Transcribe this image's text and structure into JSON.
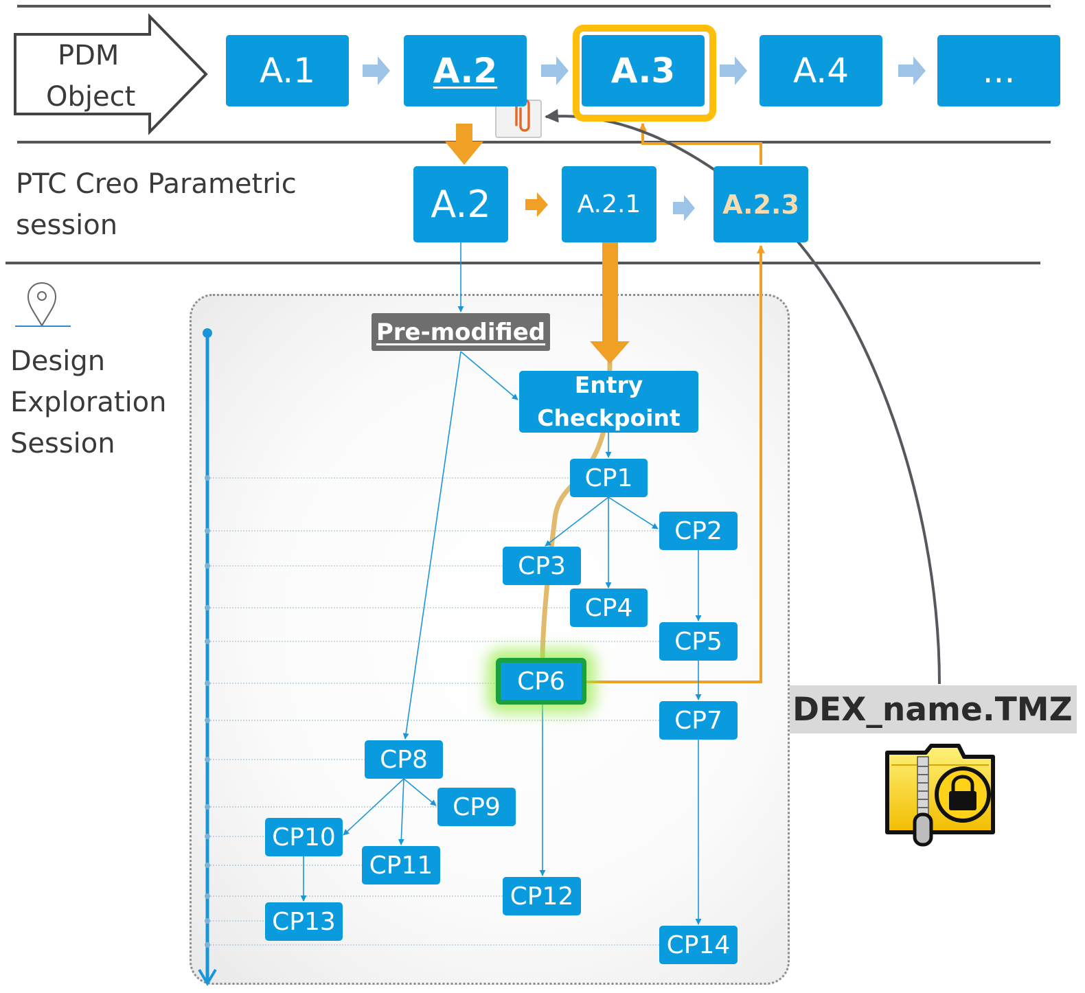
{
  "rows": {
    "pdm_label_line1": "PDM",
    "pdm_label_line2": "Object",
    "creo_label_line1": "PTC Creo Parametric",
    "creo_label_line2": "session",
    "dex_label_line1": "Design",
    "dex_label_line2": "Exploration",
    "dex_label_line3": "Session"
  },
  "pdm_versions": [
    "A.1",
    "A.2",
    "A.3",
    "A.4",
    "..."
  ],
  "creo_versions": [
    "A.2",
    "A.2.1",
    "A.2.3"
  ],
  "exploration": {
    "pre_modified": "Pre-modified",
    "entry_line1": "Entry",
    "entry_line2": "Checkpoint",
    "checkpoints": [
      "CP1",
      "CP2",
      "CP3",
      "CP4",
      "CP5",
      "CP6",
      "CP7",
      "CP8",
      "CP9",
      "CP10",
      "CP11",
      "CP12",
      "CP13",
      "CP14"
    ]
  },
  "archive": {
    "file_name": "DEX_name.TMZ",
    "icon": "locked-zip-folder-icon",
    "attachment_icon": "paperclip-icon"
  },
  "colors": {
    "box_blue": "#0a9ade",
    "arrow_light_blue": "#9dc3e6",
    "accent_orange": "#f0a024",
    "highlight_yellow": "#ffbe0a",
    "active_green": "#18a13e",
    "connector_blue": "#1a96d8",
    "label_gray": "#6e6e6e"
  }
}
